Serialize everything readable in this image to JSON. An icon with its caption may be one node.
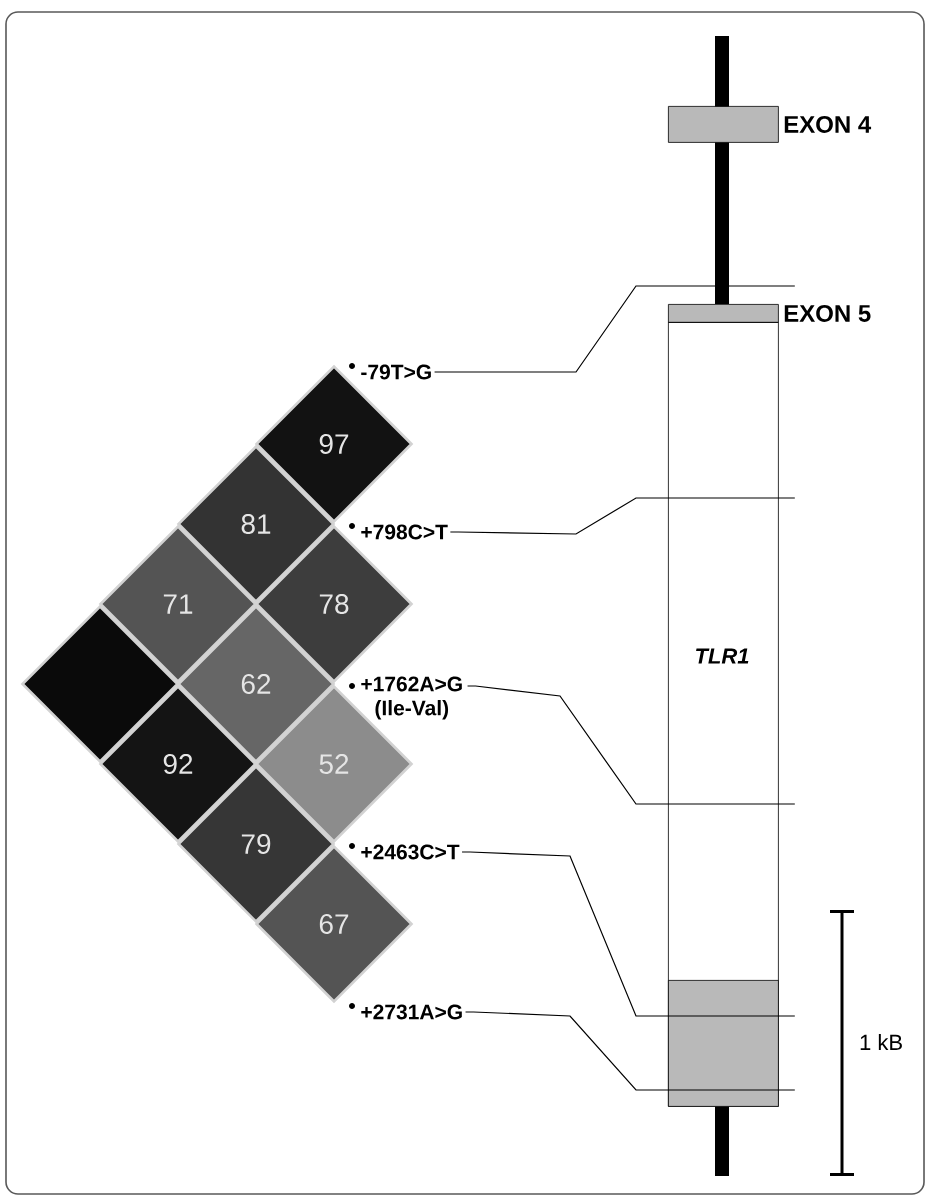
{
  "diagram": {
    "nodes": [
      {
        "text": [
          "97"
        ]
      },
      {
        "text": [
          "81"
        ]
      },
      {
        "text": [
          "71"
        ]
      },
      {
        "text": [
          "78"
        ]
      },
      {
        "text": [],
        "shape": "diamond"
      },
      {
        "text": [
          "62"
        ]
      },
      {
        "text": [
          "92"
        ]
      },
      {
        "text": [
          "52"
        ]
      },
      {
        "text": [
          "79"
        ]
      },
      {
        "text": [
          "67"
        ]
      },
      {
        "text": [
          "-79T>G"
        ]
      },
      {
        "text": [
          "+798C>T"
        ]
      },
      {
        "text": [
          "+1762A>G",
          "(Ile-Val)"
        ]
      },
      {
        "text": [
          "+2463C>T"
        ]
      },
      {
        "text": [
          "+2731A>G"
        ]
      },
      {
        "text": [
          "EXON 4"
        ]
      },
      {
        "text": [
          "EXON 5"
        ]
      },
      {
        "text": [
          "*TLR1*"
        ]
      },
      {
        "text": [],
        "shape": "box",
        "in": 17
      }
    ],
    "edges": [
      {
        "from": 10,
        "to": 16,
        "arrow": "none"
      },
      {
        "from": 11,
        "to": 17,
        "arrow": "none"
      },
      {
        "from": 12,
        "to": 17,
        "arrow": "none"
      },
      {
        "from": 13,
        "to": 18,
        "arrow": "none"
      },
      {
        "from": 14,
        "to": 18,
        "arrow": "none"
      }
    ],
    "labels": [
      "1 kB"
    ]
  }
}
